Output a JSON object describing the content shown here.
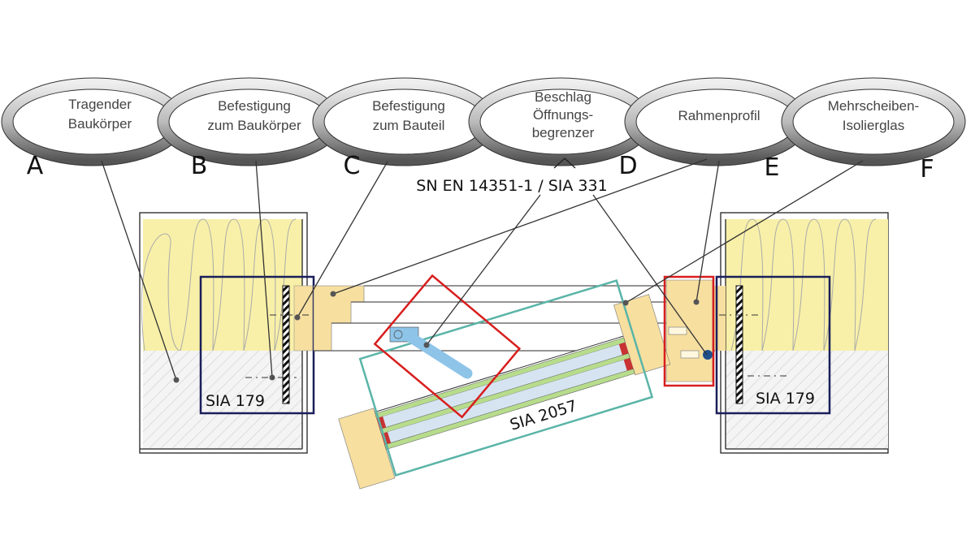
{
  "rings": [
    {
      "letter": "A",
      "line1": "Tragender",
      "line2": "Baukörper"
    },
    {
      "letter": "B",
      "line1": "Befestigung",
      "line2": "zum Baukörper"
    },
    {
      "letter": "C",
      "line1": "Befestigung",
      "line2": "zum Bauteil"
    },
    {
      "letter": "D",
      "line1": "Beschlag",
      "line2": "Öffnungs-",
      "line3": "begrenzer"
    },
    {
      "letter": "E",
      "line1": "Rahmenprofil"
    },
    {
      "letter": "F",
      "line1": "Mehrscheiben-",
      "line2": "Isolierglas"
    }
  ],
  "norms": {
    "center": "SN EN 14351-1 / SIA 331",
    "left": "SIA 179",
    "right": "SIA 179",
    "window": "SIA 2057"
  },
  "colors": {
    "insulation": "#f8f0a8",
    "wood": "#f7dfa0",
    "norm_box": "#1a1f5a",
    "red_box": "#d81e1e",
    "teal_box": "#5ab4a8",
    "glass": "#d6e4f2",
    "spacer_green": "#b7dc8c",
    "hardware": "#8ec4e8"
  }
}
